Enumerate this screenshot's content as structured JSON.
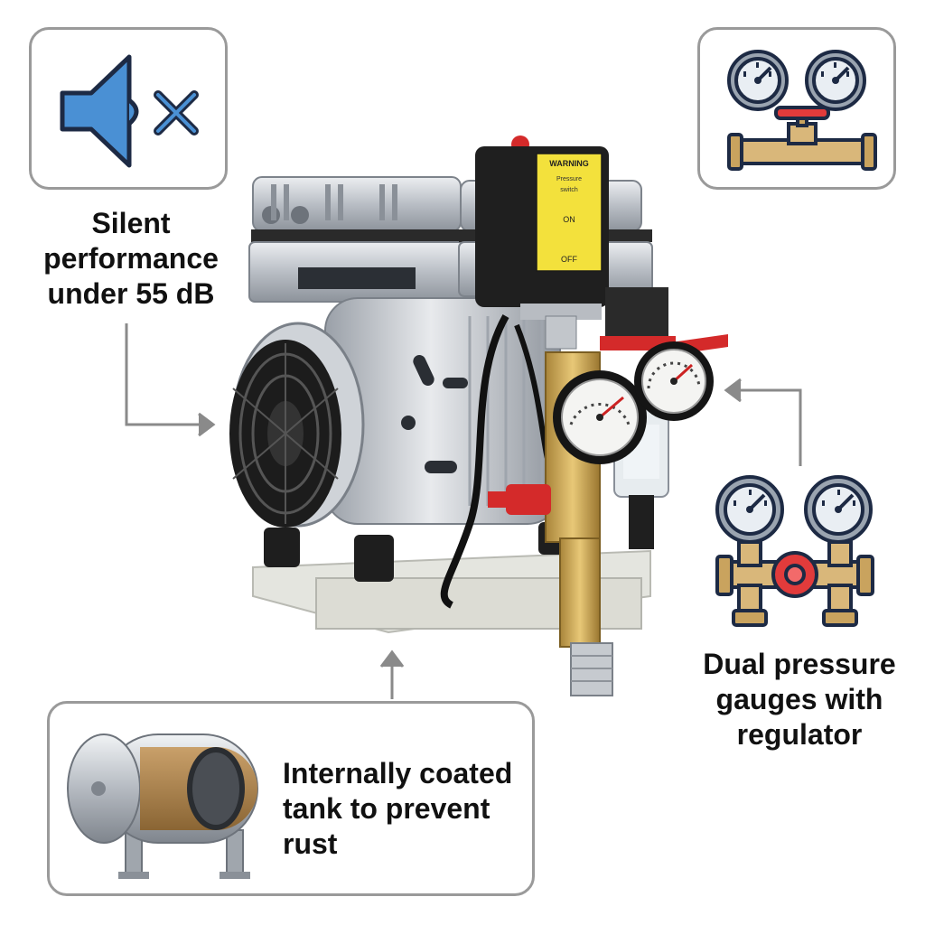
{
  "features": {
    "silent": {
      "lines": [
        "Silent",
        "performance",
        "under 55 dB"
      ],
      "icon": "speaker-muted-icon"
    },
    "gauges_top": {
      "icon": "pressure-gauges-pipe-icon"
    },
    "dual_gauges": {
      "lines": [
        "Dual pressure",
        "gauges with",
        "regulator"
      ],
      "icon": "dual-gauge-regulator-icon"
    },
    "tank": {
      "lines": [
        "Internally coated",
        "tank to prevent",
        "rust"
      ],
      "icon": "coated-tank-icon"
    }
  },
  "product": {
    "label_lines": [
      "WARNING",
      "Pressure",
      "switch",
      "ON",
      "OFF"
    ]
  },
  "colors": {
    "speaker_blue": "#4a90d4",
    "brass": "#d9b77a",
    "valve_red": "#e23b3b",
    "warning_yellow": "#f3e13c",
    "card_border": "#9a9a9a"
  }
}
